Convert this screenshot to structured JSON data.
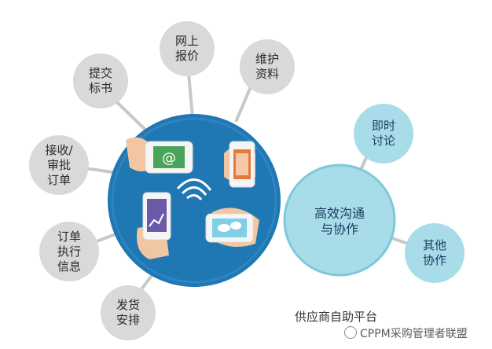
{
  "diagram": {
    "left_nodes": {
      "quote": "网上\n报价",
      "tender": "提交\n标书",
      "data": "维护\n资料",
      "approve": "接收/\n审批\n订单",
      "execute": "订单\n执行\n信息",
      "ship": "发货\n安排"
    },
    "center_circle": {
      "email_symbol": "@"
    },
    "right_hub": {
      "label": "高效沟通\n与协作",
      "im": "即时\n讨论",
      "other": "其他\n协作"
    },
    "caption": "供应商自助平台",
    "colors": {
      "gray_node": "#d9d9d9",
      "center_blue": "#1f77b4",
      "hub_light": "#a8dce8",
      "hub_ring": "#7cc9dc",
      "line": "#c8c8c8"
    }
  },
  "watermark": {
    "text": "CPPM采购管理者联盟"
  }
}
